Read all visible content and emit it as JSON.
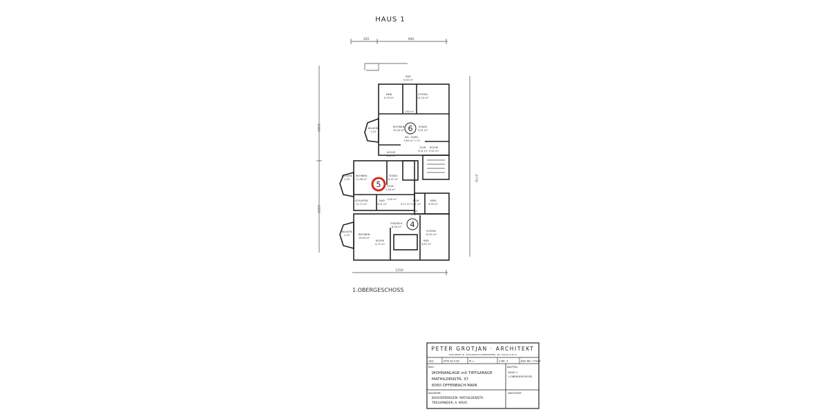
{
  "sheet": {
    "title": "HAUS 1",
    "floor_label": "1.OBERGESCHOSS",
    "dimensions": {
      "top_left": "350",
      "top_right": "900",
      "right": "3770",
      "left_upper": "1040",
      "left_lower": "1225",
      "bottom": "1250"
    }
  },
  "units": [
    {
      "number": "6",
      "highlighted": false
    },
    {
      "number": "5",
      "highlighted": true,
      "highlight_color": "#d42a1e"
    },
    {
      "number": "4",
      "highlighted": false
    }
  ],
  "rooms": [
    {
      "name": "BAD",
      "area": "5,50 m²"
    },
    {
      "name": "KIND",
      "area": "9,70 m²"
    },
    {
      "name": "ELTERN",
      "area": "15,22 m²"
    },
    {
      "name": "",
      "area": "1,80 m²"
    },
    {
      "name": "BALKON",
      "area": "1,20"
    },
    {
      "name": "WOHNEN",
      "area": "19,50 m²"
    },
    {
      "name": "ESSEN",
      "area": "9,51 m²"
    },
    {
      "name": "WC, GARD.",
      "area": "3,84 m² 1,73"
    },
    {
      "name": "FLUR",
      "area": "3,51 m²"
    },
    {
      "name": "KÜCHE",
      "area": "5,51 m²"
    },
    {
      "name": "KÜCHE",
      "area": "5,49 m²"
    },
    {
      "name": "BALKON",
      "area": "1,20"
    },
    {
      "name": "WOHNEN",
      "area": "17,06 m²"
    },
    {
      "name": "ESSEN",
      "area": "5,51 m²"
    },
    {
      "name": "FLUR",
      "area": "2,58 m²"
    },
    {
      "name": "",
      "area": "1,45 m²"
    },
    {
      "name": "SCHLAFEN",
      "area": "12,71 m²"
    },
    {
      "name": "BAD",
      "area": "3,51 m²"
    },
    {
      "name": "",
      "area": "3,71 m²"
    },
    {
      "name": "FLUR",
      "area": "3,61 m²"
    },
    {
      "name": "WC",
      "area": "1,61 m²"
    },
    {
      "name": "KIND",
      "area": "9,39 m²"
    },
    {
      "name": "ESSDIELE",
      "area": "8,39 m²"
    },
    {
      "name": "BALKON",
      "area": "1,20"
    },
    {
      "name": "WOHNEN",
      "area": "15,44 m²"
    },
    {
      "name": "ELTERN",
      "area": "15,61 m²"
    },
    {
      "name": "KÜCHE",
      "area": "4,71 m²"
    },
    {
      "name": "BAD",
      "area": "3,87 m²"
    }
  ],
  "title_block": {
    "firm": "PETER GROTJAN · ARCHITEKT",
    "address": "SCHILLERSTR. 30 · 6054 RODGAU 6 (WEISKIRCHEN) · TEL. 0 61 06 / 6 40 11",
    "gez_label": "GEZ.",
    "date": "DTM.30.5.85",
    "scale": "M =",
    "drawing_no": "Z.NR. 3",
    "project_no": "BAU NR. 175/85",
    "bau_label": "BAU:",
    "bau_lines": [
      "WOHNANLAGE mit TIEFGARAGE",
      "MATHILDENSTR. 37",
      "6050 OFFENBACH-MAIN"
    ],
    "bauteil_label": "BAUTEIL:",
    "bauteil_lines": [
      "HAUS 1",
      "1.OBERGESCHOSS"
    ],
    "bauherr_label": "BAUHERR:",
    "bauherr_lines": [
      "BAUHERRENGEM. MATHILDENSTR.",
      "TREUHÄNDER: A. KRUG"
    ],
    "architekt_label": "ARCHITEKT:"
  }
}
